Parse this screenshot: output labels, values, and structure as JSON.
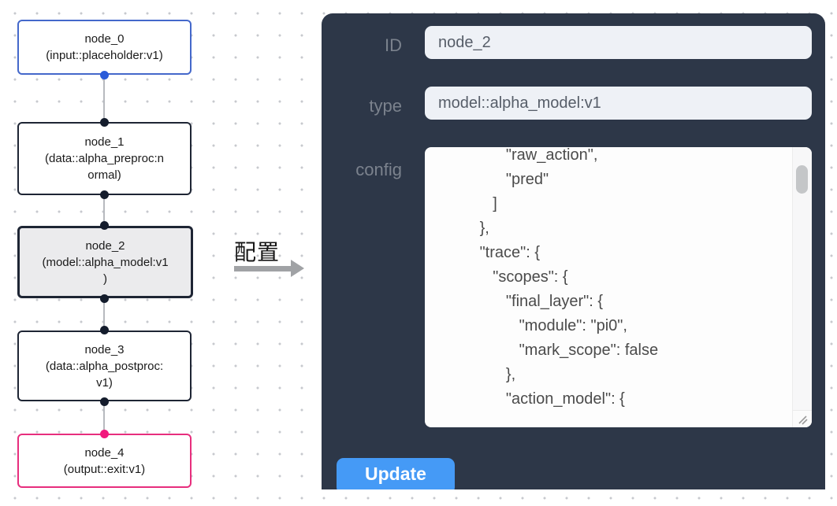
{
  "canvas": {
    "nodes": [
      {
        "id": "node_0",
        "label": "node_0\n(input::placeholder:v1)",
        "kind": "input"
      },
      {
        "id": "node_1",
        "label": "node_1\n(data::alpha_preproc:n\normal)",
        "kind": "data"
      },
      {
        "id": "node_2",
        "label": "node_2\n(model::alpha_model:v1\n)",
        "kind": "model",
        "selected": true
      },
      {
        "id": "node_3",
        "label": "node_3\n(data::alpha_postproc:\nv1)",
        "kind": "data"
      },
      {
        "id": "node_4",
        "label": "node_4\n(output::exit:v1)",
        "kind": "output"
      }
    ]
  },
  "transition": {
    "label": "配置"
  },
  "panel": {
    "fields": [
      {
        "label": "ID",
        "value": "node_2"
      },
      {
        "label": "type",
        "value": "model::alpha_model:v1"
      },
      {
        "label": "config",
        "value": "                \"raw_action\",\n                \"pred\"\n             ]\n          },\n          \"trace\": {\n             \"scopes\": {\n                \"final_layer\": {\n                   \"module\": \"pi0\",\n                   \"mark_scope\": false\n                },\n                \"action_model\": {"
      }
    ],
    "update_label": "Update"
  },
  "colors": {
    "panel_bg": "#2d3748",
    "accent_blue": "#459af6",
    "node_input_border": "#4468cb",
    "node_output_border": "#e72e7d",
    "node_selected_bg": "#ebebed",
    "handle_blue": "#2b5cd9",
    "handle_dark": "#141c2c",
    "handle_pink": "#f1197d",
    "edge_gray": "#b7babf"
  }
}
